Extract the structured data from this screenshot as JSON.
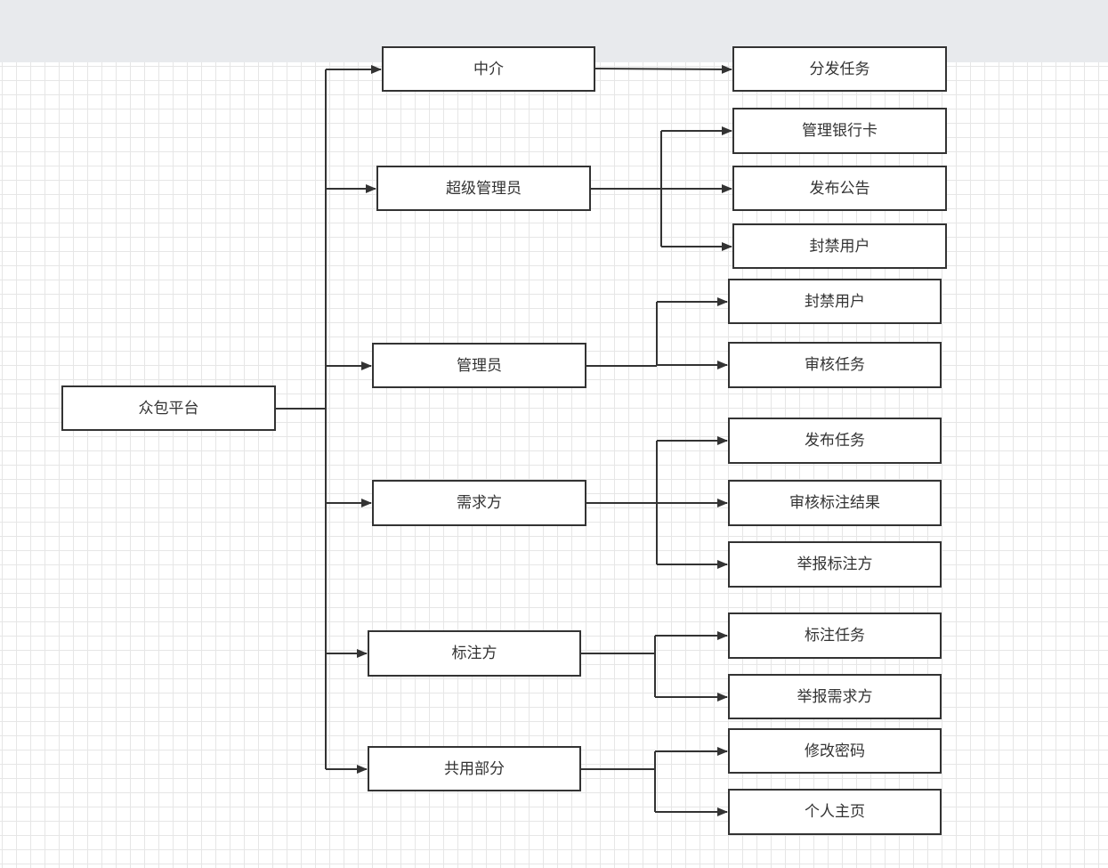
{
  "diagram": {
    "type": "tree",
    "root": "众包平台",
    "roles": [
      {
        "label": "中介",
        "children": [
          "分发任务"
        ]
      },
      {
        "label": "超级管理员",
        "children": [
          "管理银行卡",
          "发布公告",
          "封禁用户"
        ]
      },
      {
        "label": "管理员",
        "children": [
          "封禁用户",
          "审核任务"
        ]
      },
      {
        "label": "需求方",
        "children": [
          "发布任务",
          "审核标注结果",
          "举报标注方"
        ]
      },
      {
        "label": "标注方",
        "children": [
          "标注任务",
          "举报需求方"
        ]
      },
      {
        "label": "共用部分",
        "children": [
          "修改密码",
          "个人主页"
        ]
      }
    ]
  },
  "colors": {
    "stroke": "#333333",
    "node_fill": "#ffffff",
    "text": "#333333",
    "grid": "#e6e6e6",
    "top_bar": "#e8eaed"
  }
}
